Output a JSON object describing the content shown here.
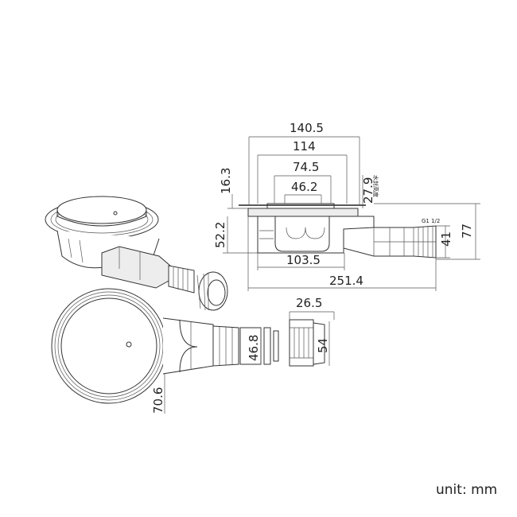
{
  "dimensions": {
    "d140_5": "140.5",
    "d114": "114",
    "d74_5": "74.5",
    "d46_2": "46.2",
    "d16_3": "16.3",
    "d27_9": "27.9",
    "d52_2": "52.2",
    "d103_5": "103.5",
    "d251_4": "251.4",
    "d41": "41",
    "d77": "77",
    "d26_5": "26.5",
    "d54": "54",
    "d46_8": "46.8",
    "d70_6": "70.6"
  },
  "labels": {
    "thread": "G1 1/2",
    "vertical_note": "水封高度"
  },
  "unit_label": "unit: mm"
}
